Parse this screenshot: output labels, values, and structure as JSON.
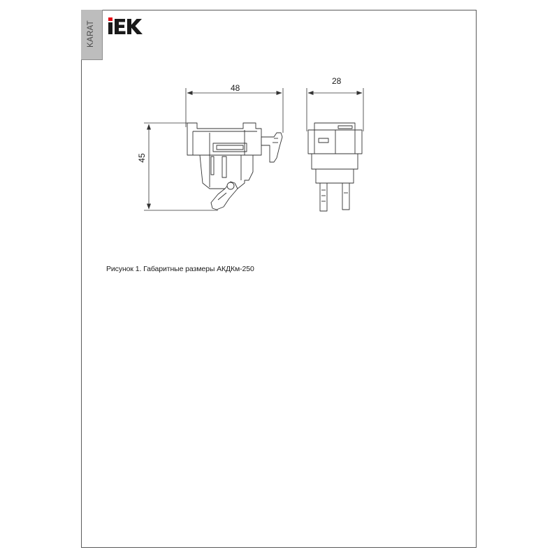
{
  "header": {
    "series_label": "KARAT",
    "brand": "IEK"
  },
  "drawing": {
    "dimensions": {
      "width": "48",
      "depth": "28",
      "height": "45"
    },
    "caption": "Рисунок 1. Габаритные размеры АКДКм-250"
  },
  "colors": {
    "line": "#333333",
    "tab": "#bdbdbd",
    "logo_red": "#e30613",
    "logo_dark": "#1a1a1a"
  }
}
